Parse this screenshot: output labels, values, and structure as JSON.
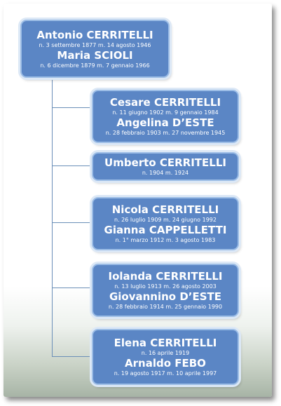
{
  "root": {
    "name_1": "Antonio CERRITELLI",
    "dates_1": "n.  3 settembre 1877   m.  14 agosto 1946",
    "name_2": "Maria  SCIOLI",
    "dates_2": "n. 6 dicembre 1879  m.  7 gennaio 1966"
  },
  "children": [
    {
      "name_1": "Cesare CERRITELLI",
      "dates_1": "n.  11 giugno 1902   m.  9 gennaio 1984",
      "name_2": "Angelina D’ESTE",
      "dates_2": "n. 28 febbraio  1903  m. 27 novembre 1945"
    },
    {
      "name_1": "Umberto CERRITELLI",
      "dates_1": "n.  1904   m.  1924"
    },
    {
      "name_1": "Nicola CERRITELLI",
      "dates_1": "n.  26 luglio 1909  m.  24 giugno 1992",
      "name_2": "Gianna CAPPELLETTI",
      "dates_2": "n. 1° marzo 1912  m.  3 agosto 1983"
    },
    {
      "name_1": "Iolanda CERRITELLI",
      "dates_1": "n.  13 luglio 1913   m.  26 agosto 2003",
      "name_2": "Giovannino D’ESTE",
      "dates_2": "n. 28 febbraio 1914  m. 25 gennaio 1990"
    },
    {
      "name_1": "Elena CERRITELLI",
      "dates_1": "n. 16 aprile 1919",
      "name_2": "Arnaldo FEBO",
      "dates_2": "n.  19 agosto 1917  m. 10 aprile 1997"
    }
  ]
}
